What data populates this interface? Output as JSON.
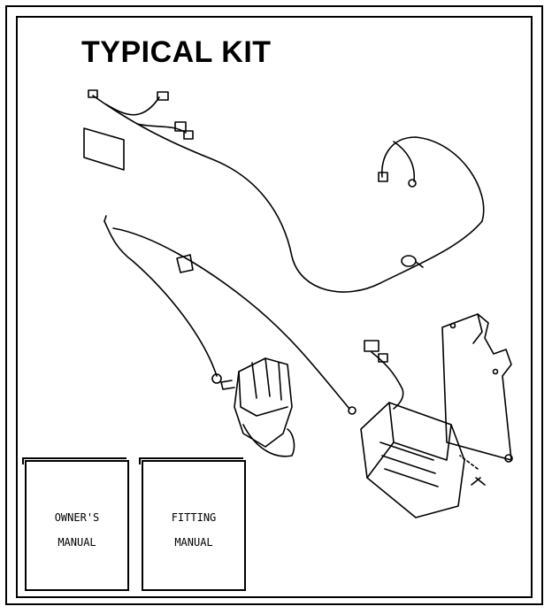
{
  "title": "TYPICAL KIT",
  "manuals": [
    {
      "line1": "OWNER'S",
      "line2": "MANUAL"
    },
    {
      "line1": "FITTING",
      "line2": "MANUAL"
    }
  ]
}
